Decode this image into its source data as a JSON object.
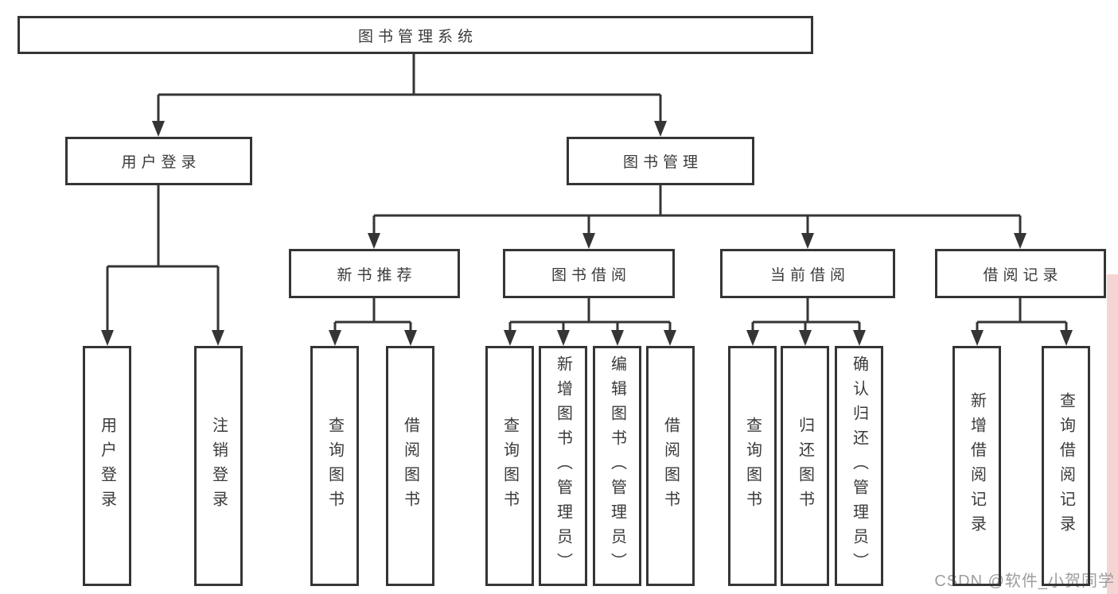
{
  "diagram_title": "图书管理系统",
  "tree": {
    "label": "图书管理系统",
    "children": [
      {
        "label": "用户登录",
        "children": [
          {
            "label": "用户登录"
          },
          {
            "label": "注销登录"
          }
        ]
      },
      {
        "label": "图书管理",
        "children": [
          {
            "label": "新书推荐",
            "children": [
              {
                "label": "查询图书"
              },
              {
                "label": "借阅图书"
              }
            ]
          },
          {
            "label": "图书借阅",
            "children": [
              {
                "label": "查询图书"
              },
              {
                "label": "新增图书（管理员）"
              },
              {
                "label": "编辑图书（管理员）"
              },
              {
                "label": "借阅图书"
              }
            ]
          },
          {
            "label": "当前借阅",
            "children": [
              {
                "label": "查询图书"
              },
              {
                "label": "归还图书"
              },
              {
                "label": "确认归还（管理员）"
              }
            ]
          },
          {
            "label": "借阅记录",
            "children": [
              {
                "label": "新增借阅记录"
              },
              {
                "label": "查询借阅记录"
              }
            ]
          }
        ]
      }
    ]
  },
  "watermark": {
    "text": "CSDN @软件_小贺同学"
  },
  "colors": {
    "line": "#353535",
    "box_border": "#353535",
    "text": "#3a3a3a",
    "watermark": "#9d9d9d",
    "right_edge_strip": "#f6d4d4",
    "background": "#ffffff"
  }
}
